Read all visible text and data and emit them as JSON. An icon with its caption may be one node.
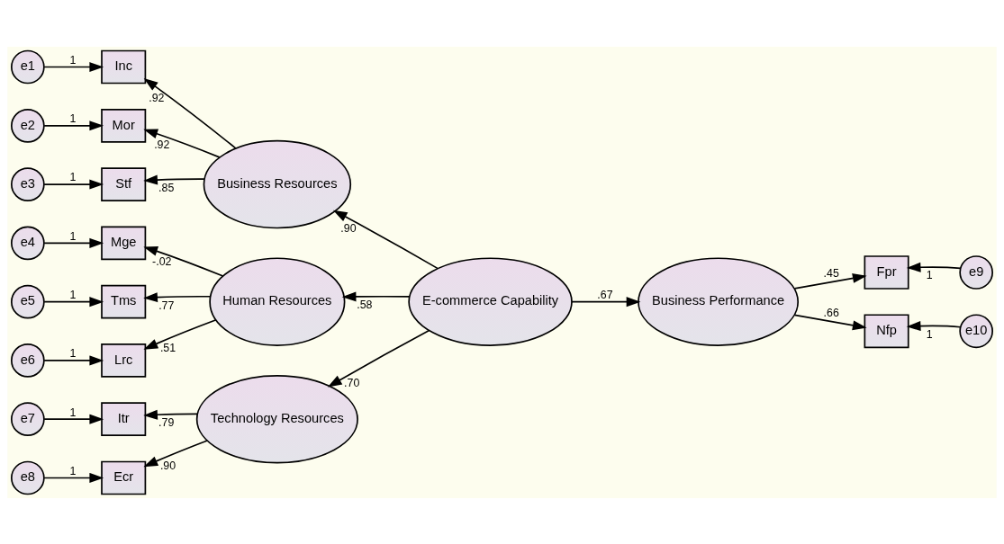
{
  "diagram": {
    "nodes": [
      {
        "text": [
          "e1"
        ]
      },
      {
        "text": [
          "Inc"
        ]
      },
      {
        "text": [
          "e2"
        ]
      },
      {
        "text": [
          "Mor"
        ]
      },
      {
        "text": [
          "e3"
        ]
      },
      {
        "text": [
          "Stf"
        ]
      },
      {
        "text": [
          "Business Resources"
        ]
      },
      {
        "text": [
          "e4"
        ]
      },
      {
        "text": [
          "Mge"
        ]
      },
      {
        "text": [
          "e5"
        ]
      },
      {
        "text": [
          "Tms"
        ]
      },
      {
        "text": [
          "e6"
        ]
      },
      {
        "text": [
          "Lrc"
        ]
      },
      {
        "text": [
          "Human Resources"
        ]
      },
      {
        "text": [
          "E-commerce Capability"
        ]
      },
      {
        "text": [
          "e7"
        ]
      },
      {
        "text": [
          "Itr"
        ]
      },
      {
        "text": [
          "e8"
        ]
      },
      {
        "text": [
          "Ecr"
        ]
      },
      {
        "text": [
          "Technology Resources"
        ]
      },
      {
        "text": [
          "Business Performance"
        ]
      },
      {
        "text": [
          "Fpr"
        ]
      },
      {
        "text": [
          "e9"
        ]
      },
      {
        "text": [
          "Nfp"
        ]
      },
      {
        "text": [
          "e10"
        ]
      }
    ],
    "edges": [
      {
        "from": 0,
        "to": 1,
        "arrow": "to",
        "label": "1"
      },
      {
        "from": 6,
        "to": 1,
        "arrow": "to",
        "label": ".92"
      },
      {
        "from": 2,
        "to": 3,
        "arrow": "to",
        "label": "1"
      },
      {
        "from": 6,
        "to": 3,
        "arrow": "to",
        "label": ".92"
      },
      {
        "from": 4,
        "to": 5,
        "arrow": "to",
        "label": "1"
      },
      {
        "from": 6,
        "to": 5,
        "arrow": "to",
        "label": ".85"
      },
      {
        "from": 14,
        "to": 6,
        "arrow": "to",
        "label": ".90"
      },
      {
        "from": 7,
        "to": 8,
        "arrow": "to",
        "label": "1"
      },
      {
        "from": 13,
        "to": 8,
        "arrow": "to",
        "label": "-.02"
      },
      {
        "from": 9,
        "to": 10,
        "arrow": "to",
        "label": "1"
      },
      {
        "from": 13,
        "to": 10,
        "arrow": "to",
        "label": ".77"
      },
      {
        "from": 11,
        "to": 12,
        "arrow": "to",
        "label": "1"
      },
      {
        "from": 13,
        "to": 12,
        "arrow": "to",
        "label": ".51"
      },
      {
        "from": 14,
        "to": 13,
        "arrow": "to",
        "label": ".58"
      },
      {
        "from": 14,
        "to": 19,
        "arrow": "to",
        "label": ".70"
      },
      {
        "from": 15,
        "to": 16,
        "arrow": "to",
        "label": "1"
      },
      {
        "from": 19,
        "to": 16,
        "arrow": "to",
        "label": ".79"
      },
      {
        "from": 17,
        "to": 18,
        "arrow": "to",
        "label": "1"
      },
      {
        "from": 19,
        "to": 18,
        "arrow": "to",
        "label": ".90"
      },
      {
        "from": 14,
        "to": 20,
        "arrow": "to",
        "label": ".67"
      },
      {
        "from": 20,
        "to": 21,
        "arrow": "to",
        "label": ".45"
      },
      {
        "from": 20,
        "to": 23,
        "arrow": "to",
        "label": ".66"
      },
      {
        "from": 22,
        "to": 21,
        "arrow": "to",
        "label": "1"
      },
      {
        "from": 24,
        "to": 23,
        "arrow": "to",
        "label": "1"
      }
    ]
  }
}
